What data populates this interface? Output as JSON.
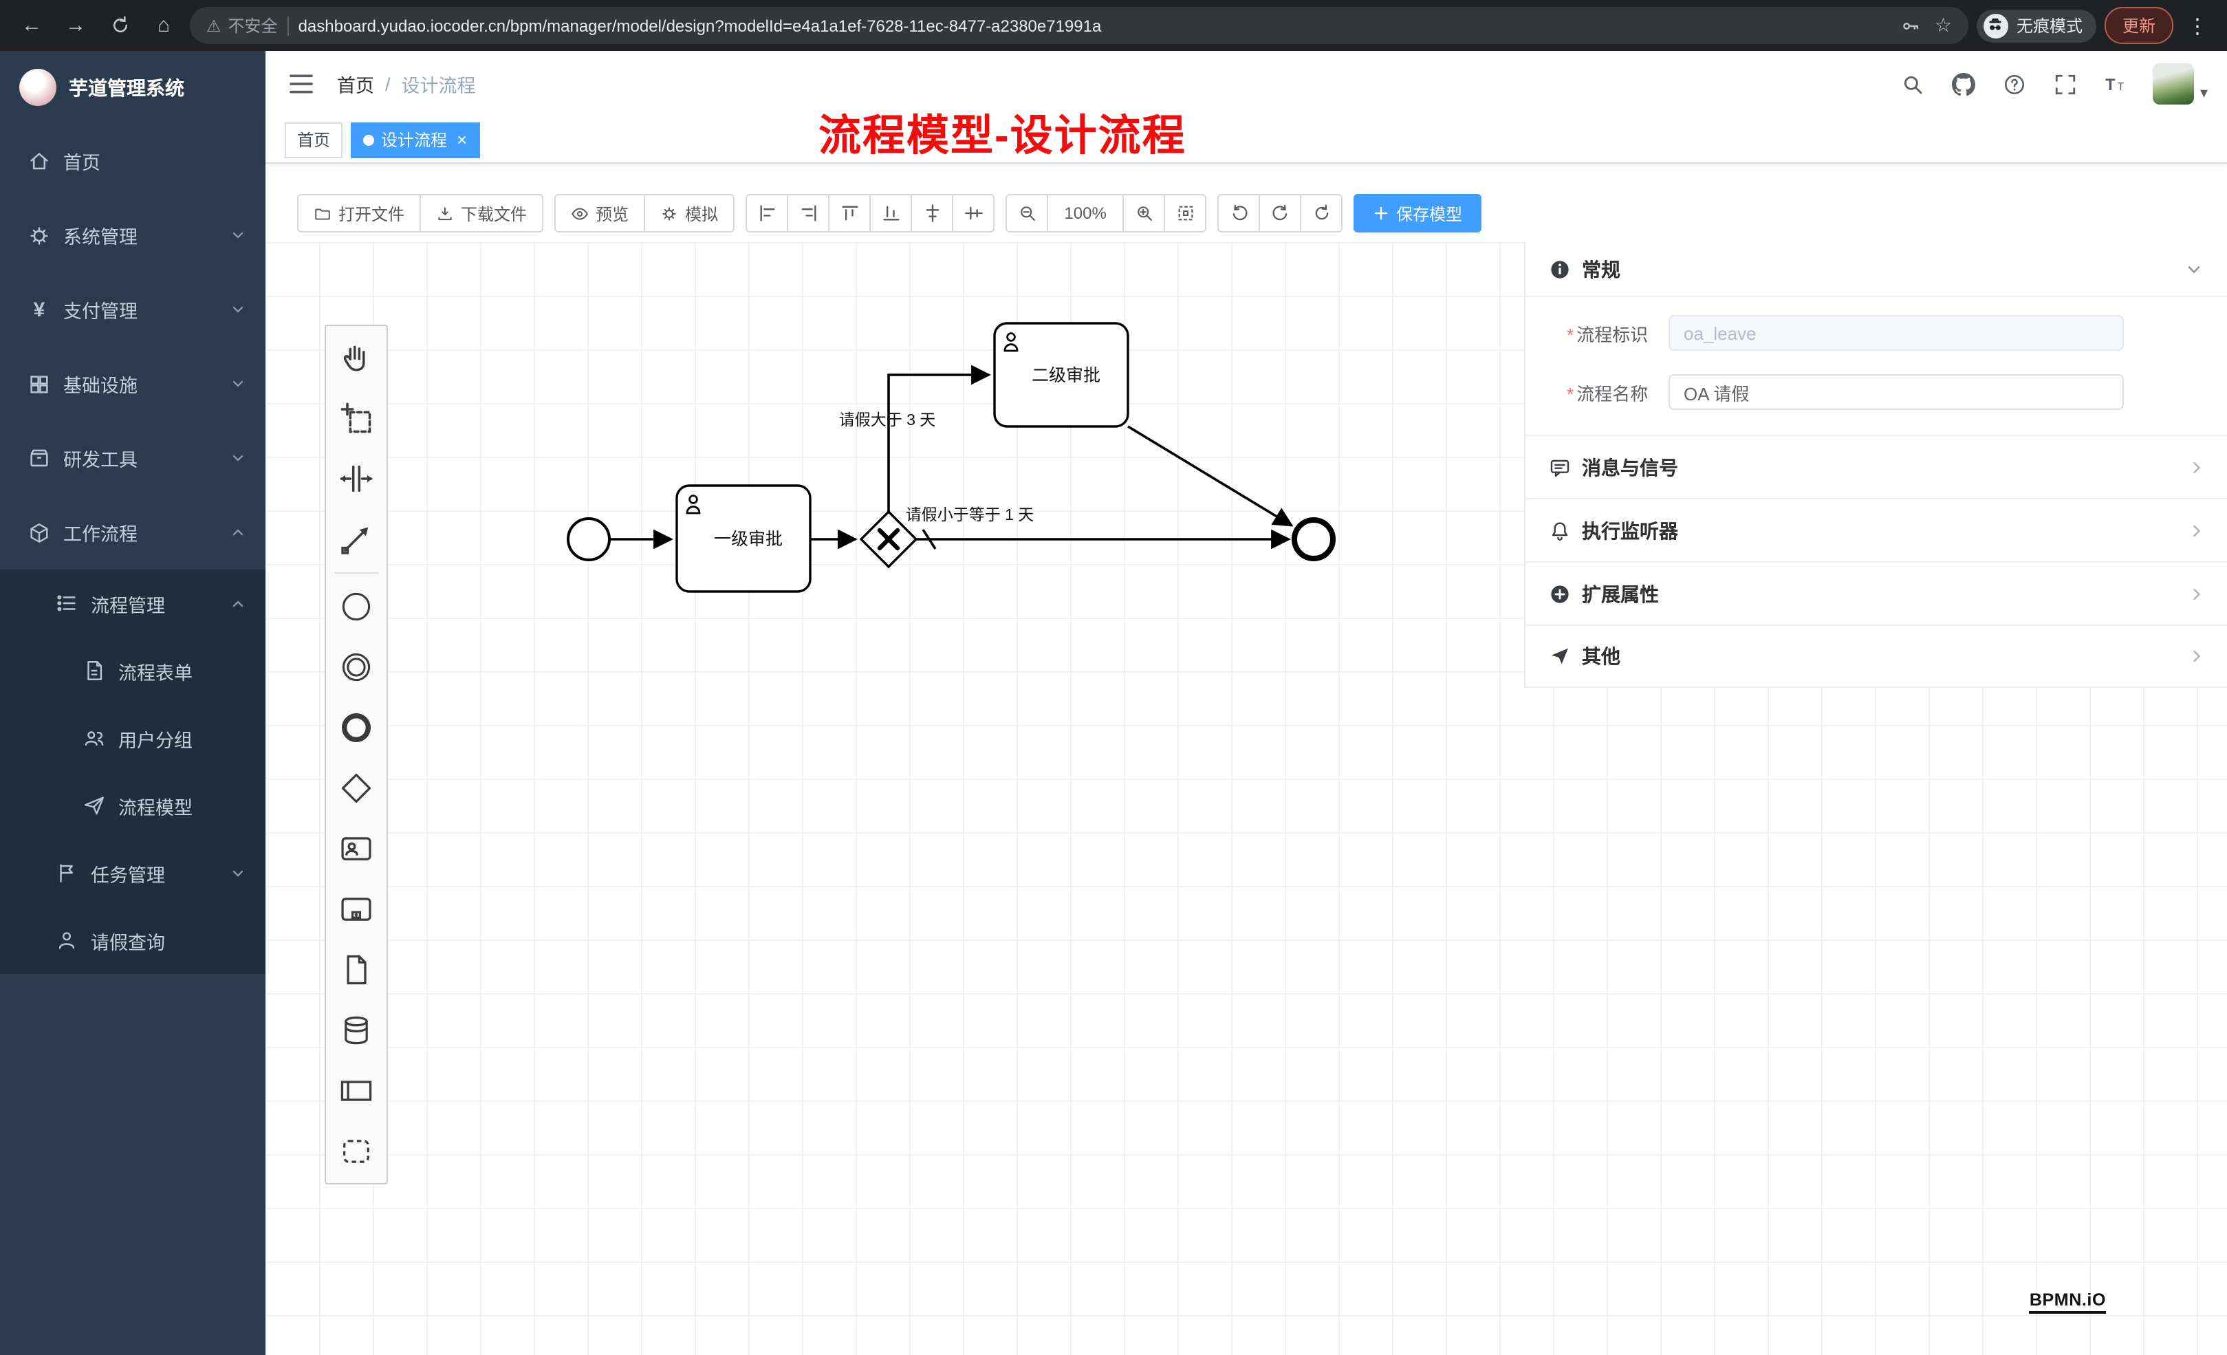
{
  "browser": {
    "insecure_label": "不安全",
    "url": "dashboard.yudao.iocoder.cn/bpm/manager/model/design?modelId=e4a1a1ef-7628-11ec-8477-a2380e71991a",
    "incognito_label": "无痕模式",
    "update_label": "更新"
  },
  "icons": {
    "back": "←",
    "forward": "→",
    "home": "⌂",
    "warning": "⚠",
    "star": "☆",
    "dots": "⋮",
    "caret": "▾"
  },
  "sidebar": {
    "title": "芋道管理系统",
    "items": [
      {
        "label": "首页"
      },
      {
        "label": "系统管理"
      },
      {
        "label": "支付管理"
      },
      {
        "label": "基础设施"
      },
      {
        "label": "研发工具"
      },
      {
        "label": "工作流程"
      },
      {
        "label": "流程管理"
      },
      {
        "label": "流程表单"
      },
      {
        "label": "用户分组"
      },
      {
        "label": "流程模型"
      },
      {
        "label": "任务管理"
      },
      {
        "label": "请假查询"
      }
    ]
  },
  "header": {
    "breadcrumb": [
      "首页",
      "设计流程"
    ],
    "breadcrumb_sep": "/",
    "annotation": "流程模型-设计流程"
  },
  "tabbar": {
    "tabs": [
      {
        "label": "首页"
      },
      {
        "label": "设计流程"
      }
    ],
    "close": "×"
  },
  "toolbar": {
    "open": "打开文件",
    "download": "下载文件",
    "preview": "预览",
    "simulate": "模拟",
    "zoom_level": "100%",
    "save": "保存模型"
  },
  "diagram": {
    "task1": "一级审批",
    "task2": "二级审批",
    "flow_greater": "请假大于 3 天",
    "flow_less_equal": "请假小于等于 1 天"
  },
  "panel": {
    "general_title": "常规",
    "required_mark": "*",
    "fields": [
      {
        "label": "流程标识",
        "value": "oa_leave"
      },
      {
        "label": "流程名称",
        "value": "OA 请假"
      }
    ],
    "sections": [
      {
        "label": "消息与信号"
      },
      {
        "label": "执行监听器"
      },
      {
        "label": "扩展属性"
      },
      {
        "label": "其他"
      }
    ],
    "watermark": "BPMN.iO"
  },
  "colors": {
    "accent": "#409eff",
    "annotation_red": "#f20d0d",
    "danger": "#f56c6c"
  }
}
